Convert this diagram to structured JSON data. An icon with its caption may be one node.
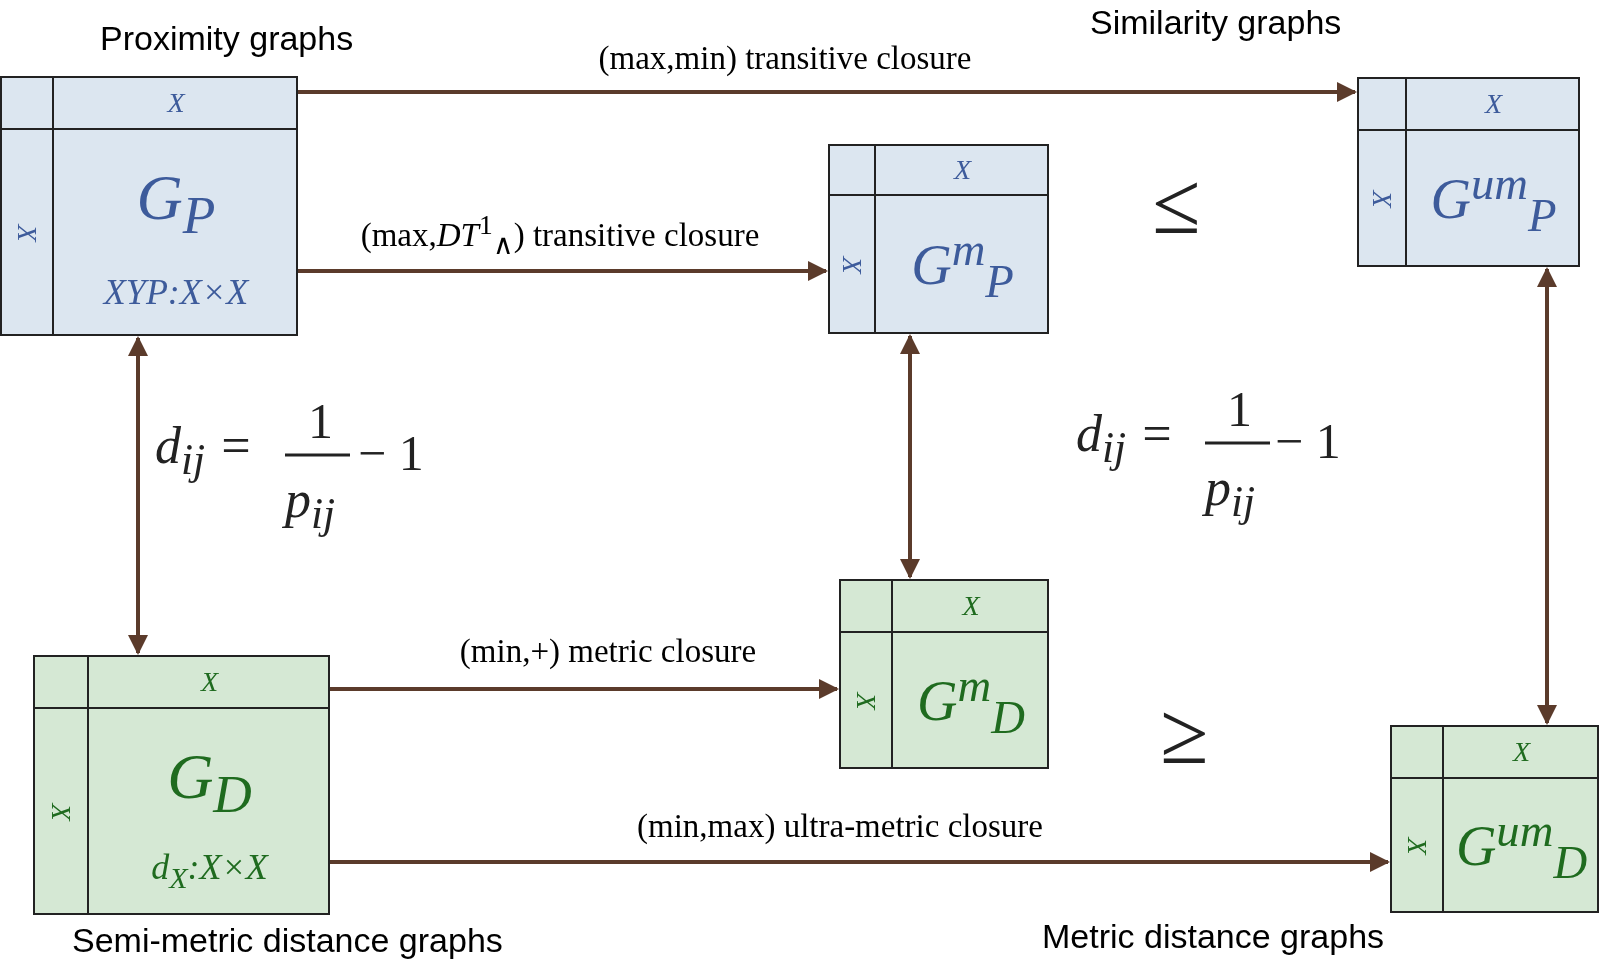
{
  "diagram": {
    "nodes": [
      {
        "text": [
          "X",
          "X",
          "G$_{P}$",
          "XYP:X×X"
        ]
      },
      {
        "text": [
          "X",
          "X",
          "G$^{m}$$_{P}$"
        ]
      },
      {
        "text": [
          "X",
          "X",
          "G$^{um}$$_{P}$"
        ]
      },
      {
        "text": [
          "X",
          "X",
          "G$_{D}$",
          "d$_{X}$:X×X"
        ]
      },
      {
        "text": [
          "X",
          "X",
          "G$^{m}$$_{D}$"
        ]
      },
      {
        "text": [
          "X",
          "X",
          "G$^{um}$$_{D}$"
        ]
      }
    ],
    "edges": [
      {
        "from": 0,
        "to": 2,
        "arrow": "to",
        "label": "(max,min) transitive closure"
      },
      {
        "from": 0,
        "to": 1,
        "arrow": "to",
        "label": "(max,*DT*$^{1}$$_{∧}$) transitive closure"
      },
      {
        "from": 0,
        "to": 3,
        "arrow": "both"
      },
      {
        "from": 1,
        "to": 4,
        "arrow": "both"
      },
      {
        "from": 2,
        "to": 5,
        "arrow": "both"
      },
      {
        "from": 3,
        "to": 4,
        "arrow": "to",
        "label": "(min,+) metric closure"
      },
      {
        "from": 3,
        "to": 5,
        "arrow": "to",
        "label": "(min,max) ultra-metric closure"
      }
    ],
    "labels": [
      "Proximity graphs",
      "Similarity graphs",
      "≤",
      "d$_{ij}$ =",
      "1",
      "p$_{ij}$",
      "− 1",
      "d$_{ij}$ =",
      "1",
      "p$_{ij}$",
      "− 1",
      "≥",
      "Semi-metric distance graphs",
      "Metric distance graphs"
    ]
  }
}
